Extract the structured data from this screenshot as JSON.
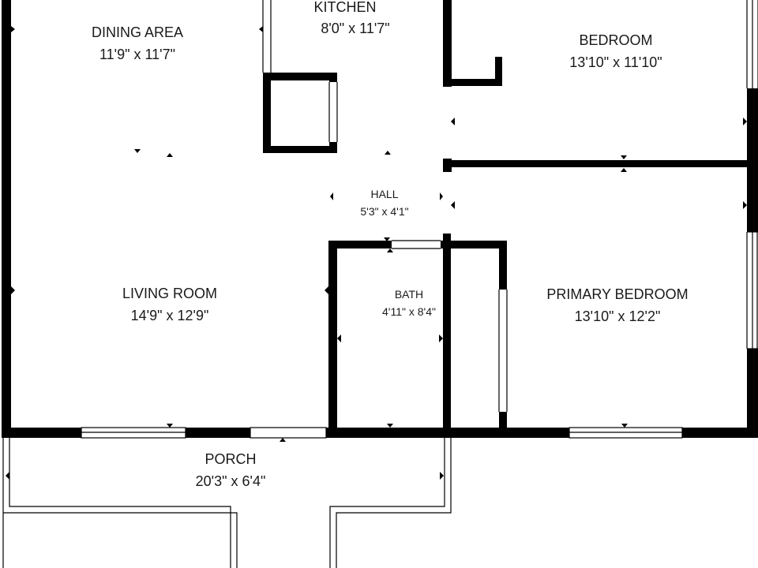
{
  "rooms": {
    "dining": {
      "name": "DINING AREA",
      "dims": "11'9\" x 11'7\""
    },
    "kitchen": {
      "name": "KITCHEN",
      "dims": "8'0\" x 11'7\""
    },
    "bedroom": {
      "name": "BEDROOM",
      "dims": "13'10\" x 11'10\""
    },
    "hall": {
      "name": "HALL",
      "dims": "5'3\" x 4'1\""
    },
    "living": {
      "name": "LIVING ROOM",
      "dims": "14'9\" x 12'9\""
    },
    "bath": {
      "name": "BATH",
      "dims": "4'11\" x 8'4\""
    },
    "primary_bedroom": {
      "name": "PRIMARY BEDROOM",
      "dims": "13'10\" x 12'2\""
    },
    "porch": {
      "name": "PORCH",
      "dims": "20'3\" x 6'4\""
    }
  },
  "colors": {
    "wall": "#000000",
    "background": "#ffffff",
    "text": "#1a1a1a"
  }
}
